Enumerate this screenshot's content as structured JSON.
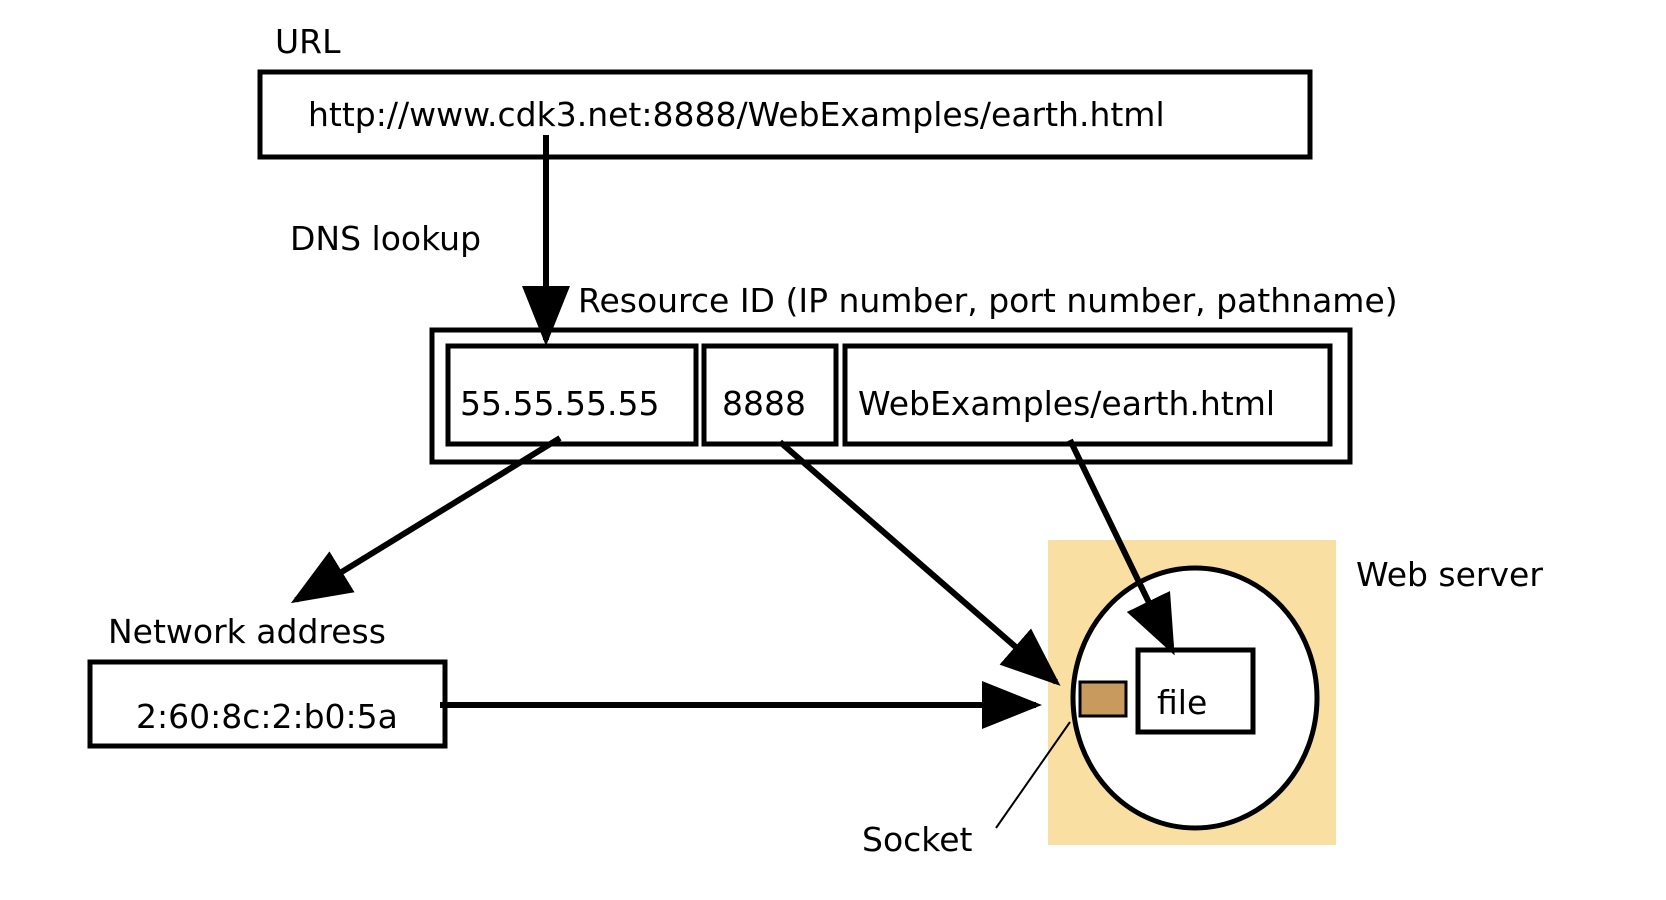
{
  "url": {
    "label": "URL",
    "value": "http://www.cdk3.net:8888/WebExamples/earth.html"
  },
  "dns": {
    "label": "DNS lookup"
  },
  "resource_id": {
    "label": "Resource ID (IP number, port number, pathname)",
    "ip": "55.55.55.55",
    "port": "8888",
    "path": "WebExamples/earth.html"
  },
  "network_address": {
    "label": "Network address",
    "value": "2:60:8c:2:b0:5a"
  },
  "web_server": {
    "label": "Web server",
    "file_label": "file",
    "socket_label": "Socket"
  },
  "colors": {
    "server_fill": "#fadfa3",
    "socket_fill": "#c99a5e",
    "stroke": "#000000"
  }
}
